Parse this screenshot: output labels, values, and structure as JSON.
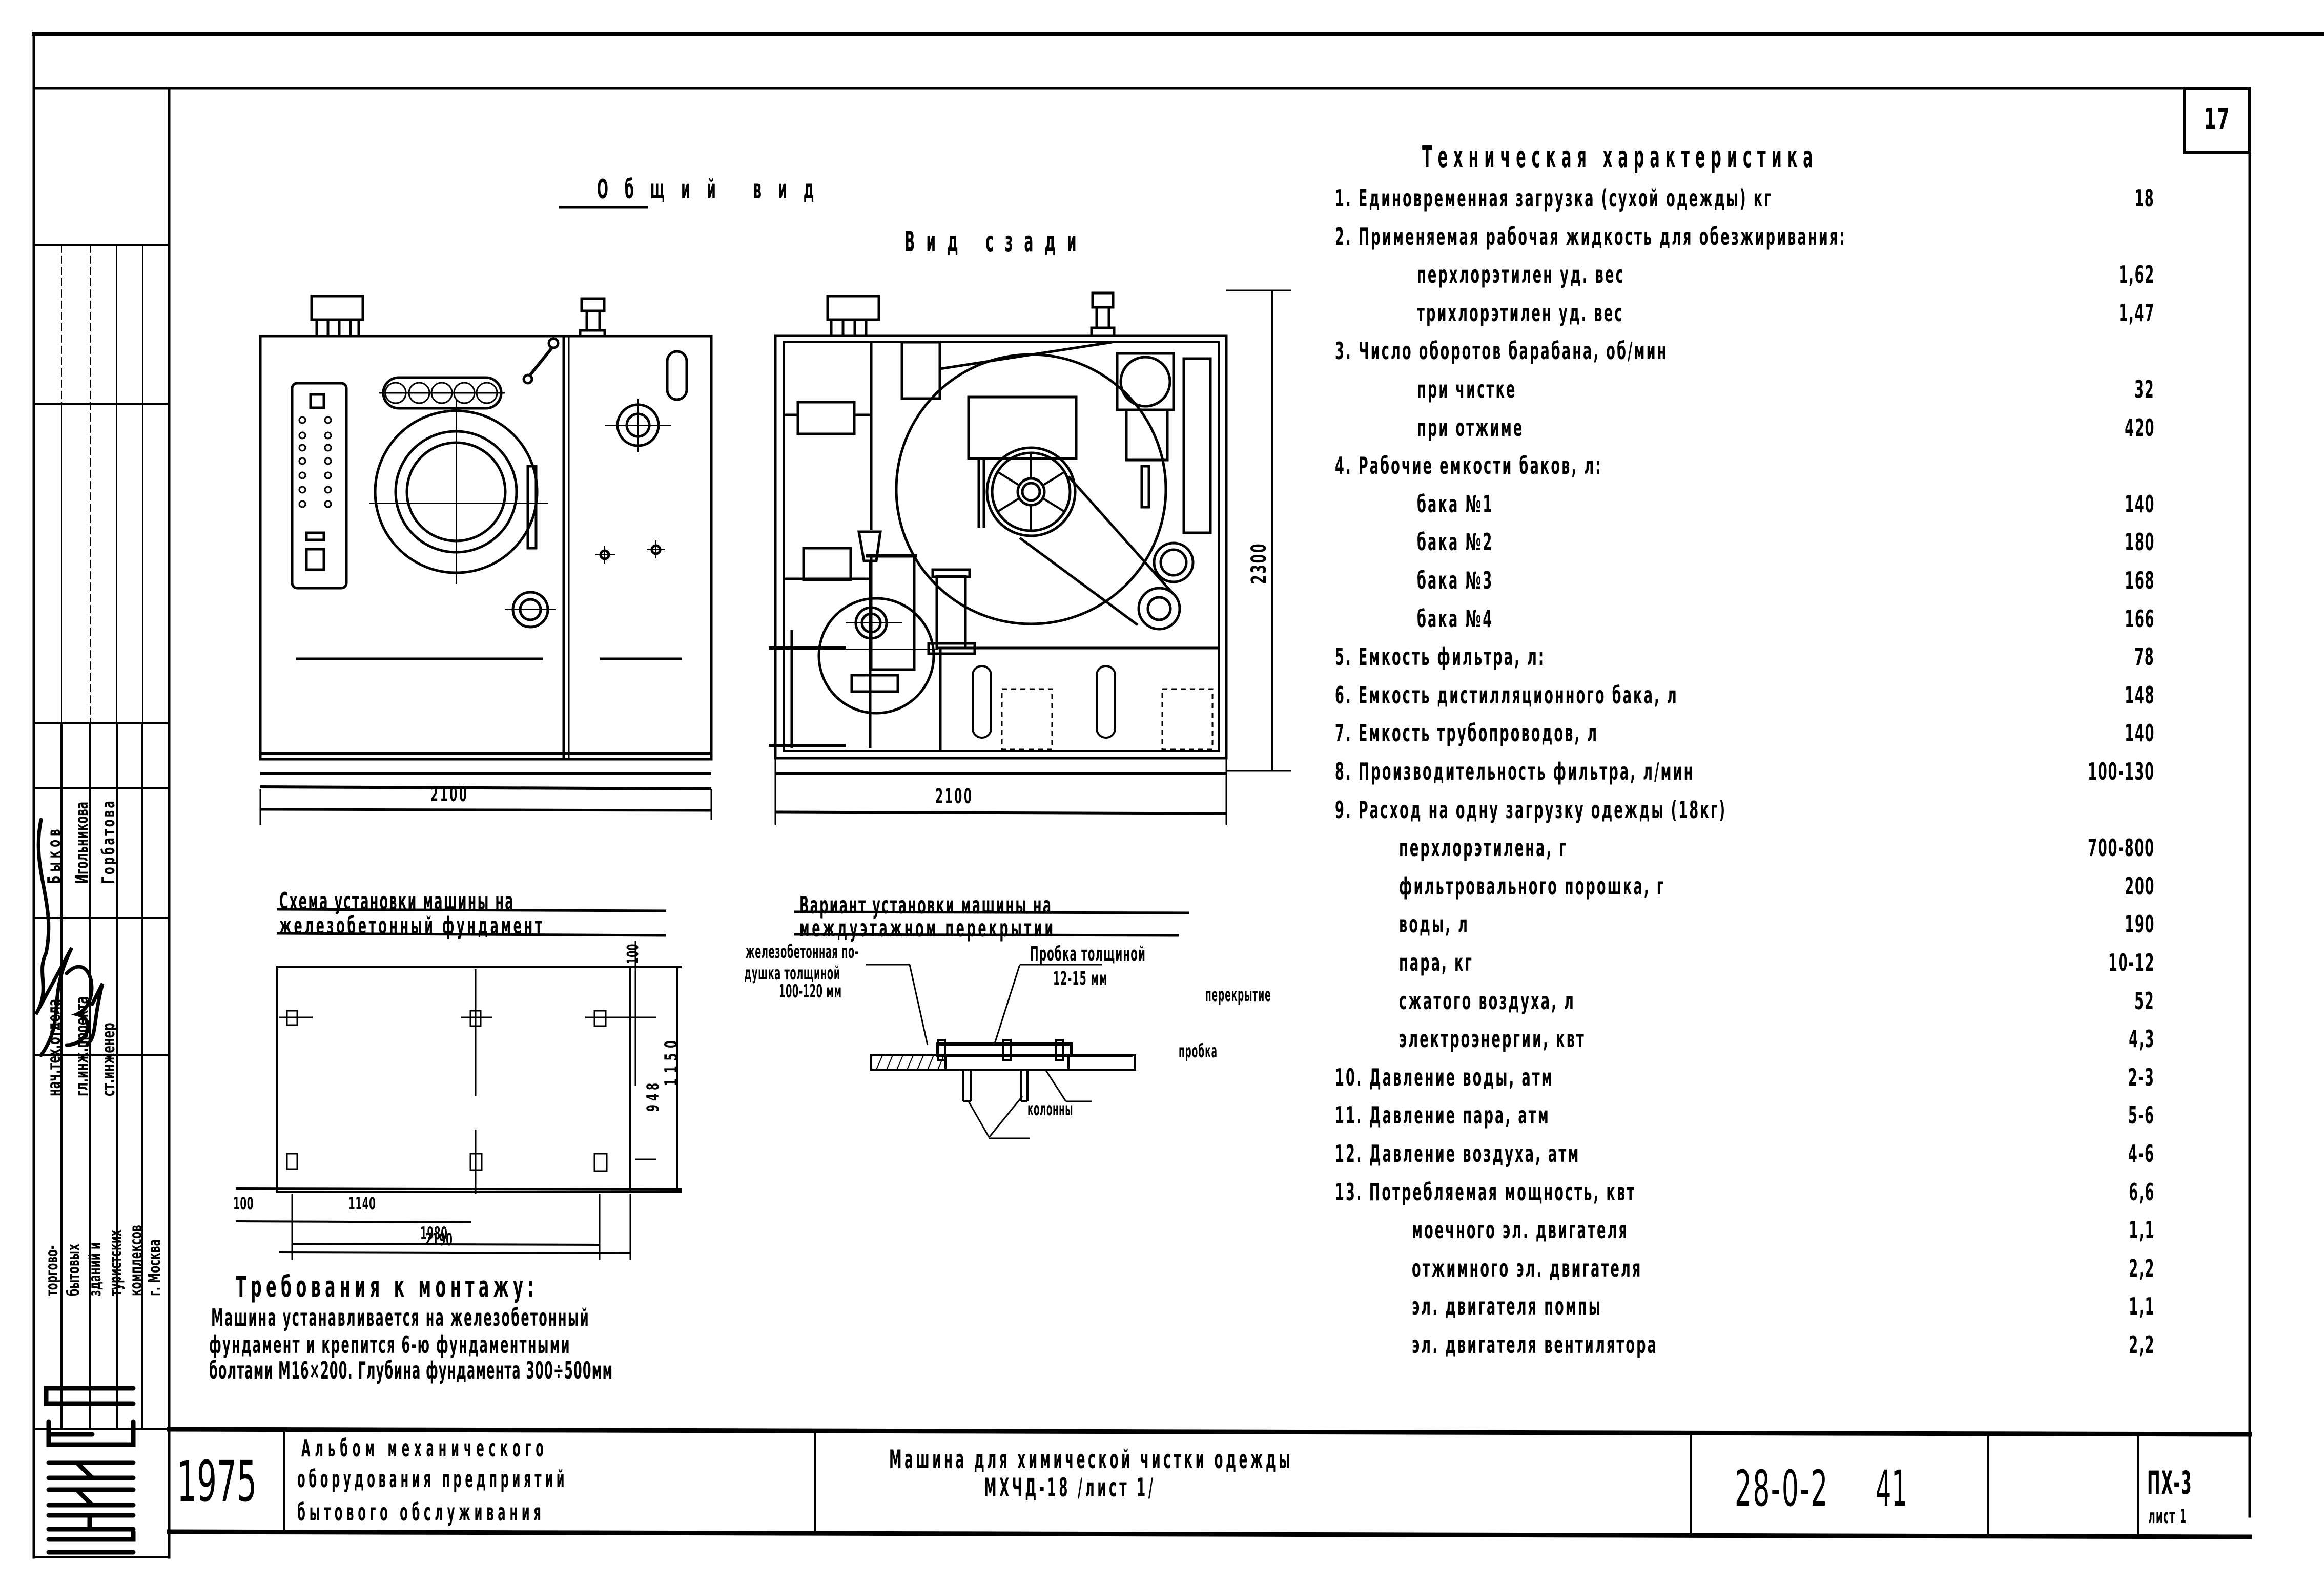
{
  "sheet": {
    "page_number": "17",
    "year": "1975",
    "album_title": [
      "Альбом механического",
      "оборудования предприятий",
      "бытового обслуживания"
    ],
    "drawing_title": [
      "Машина для химической чистки одежды",
      "МХЧД-18 /лист 1/"
    ],
    "code": "28-0-2",
    "sheet_index": "41",
    "series": "ПХ-3",
    "series_sheet": "лист 1",
    "org_logo": "ЦНИИЭП",
    "org_name": [
      "торгово-",
      "бытовых",
      "зданий и",
      "туристских",
      "комплексов",
      "г. Москва"
    ]
  },
  "signatures": {
    "roles": [
      "нач.тех.отдела",
      "гл.инж.проекта",
      "ст.инженер"
    ],
    "names": [
      "Быков",
      "Игольникова",
      "Горбатова"
    ]
  },
  "views": {
    "general_title": "Общий вид",
    "rear_title": "Вид сзади",
    "front_width": "2100",
    "rear_width": "2100",
    "height": "2300"
  },
  "foundation_scheme": {
    "title": [
      "Схема установки машины на",
      "железобетонный фундамент"
    ],
    "dims": {
      "top_offset": "100",
      "inner_height": "948",
      "outer_height": "1150",
      "left_offset": "100",
      "half_span": "1140",
      "bolt_span": "1980",
      "overall": "2190"
    }
  },
  "floor_variant": {
    "title": [
      "Вариант установки машины на",
      "междуэтажном перекрытии"
    ],
    "labels": {
      "pad": [
        "железобетонная по-",
        "душка толщиной",
        "100-120 мм"
      ],
      "cork": [
        "Пробка толщиной",
        "12-15 мм"
      ],
      "slab": "перекрытие",
      "cork_short": "пробка",
      "columns": "колонны"
    }
  },
  "installation": {
    "heading": "Требования к монтажу:",
    "lines": [
      "Машина устанавливается на железобетонный",
      "фундамент и крепится 6-ю фундаментными",
      "болтами М16×200. Глубина фундамента 300÷500мм"
    ]
  },
  "specs": {
    "title": "Техническая характеристика",
    "rows": [
      {
        "label": "1. Единовременная загрузка (сухой одежды) кг",
        "value": "18",
        "indent": 0
      },
      {
        "label": "2. Применяемая рабочая жидкость для обезжиривания:",
        "value": "",
        "indent": 0
      },
      {
        "label": "перхлорэтилен      уд. вес",
        "value": "1,62",
        "indent": 1
      },
      {
        "label": "трихлорэтилен      уд. вес",
        "value": "1,47",
        "indent": 1
      },
      {
        "label": "3. Число оборотов барабана, об/мин",
        "value": "",
        "indent": 0
      },
      {
        "label": "при чистке",
        "value": "32",
        "indent": 1
      },
      {
        "label": "при отжиме",
        "value": "420",
        "indent": 1
      },
      {
        "label": "4. Рабочие емкости баков, л:",
        "value": "",
        "indent": 0
      },
      {
        "label": "бака №1",
        "value": "140",
        "indent": 1
      },
      {
        "label": "бака №2",
        "value": "180",
        "indent": 1
      },
      {
        "label": "бака №3",
        "value": "168",
        "indent": 1
      },
      {
        "label": "бака №4",
        "value": "166",
        "indent": 1
      },
      {
        "label": "5. Емкость фильтра, л:",
        "value": "78",
        "indent": 0
      },
      {
        "label": "6. Емкость дистилляционного бака, л",
        "value": "148",
        "indent": 0
      },
      {
        "label": "7. Емкость трубопроводов, л",
        "value": "140",
        "indent": 0
      },
      {
        "label": "8. Производительность фильтра, л/мин",
        "value": "100-130",
        "indent": 0
      },
      {
        "label": "9. Расход на одну загрузку одежды (18кг)",
        "value": "",
        "indent": 0
      },
      {
        "label": "перхлорэтилена, г",
        "value": "700-800",
        "indent": 2
      },
      {
        "label": "фильтровального порошка, г",
        "value": "200",
        "indent": 2
      },
      {
        "label": "воды, л",
        "value": "190",
        "indent": 2
      },
      {
        "label": "пара, кг",
        "value": "10-12",
        "indent": 2
      },
      {
        "label": "сжатого воздуха, л",
        "value": "52",
        "indent": 2
      },
      {
        "label": "электроэнергии, квт",
        "value": "4,3",
        "indent": 2
      },
      {
        "label": "10. Давление воды, атм",
        "value": "2-3",
        "indent": 0
      },
      {
        "label": "11. Давление пара, атм",
        "value": "5-6",
        "indent": 0
      },
      {
        "label": "12. Давление воздуха, атм",
        "value": "4-6",
        "indent": 0
      },
      {
        "label": "13. Потребляемая мощность, квт",
        "value": "6,6",
        "indent": 0
      },
      {
        "label": "моечного эл. двигателя",
        "value": "1,1",
        "indent": 3
      },
      {
        "label": "отжимного эл. двигателя",
        "value": "2,2",
        "indent": 3
      },
      {
        "label": "эл. двигателя помпы",
        "value": "1,1",
        "indent": 3
      },
      {
        "label": "эл. двигателя вентилятора",
        "value": "2,2",
        "indent": 3
      }
    ]
  }
}
